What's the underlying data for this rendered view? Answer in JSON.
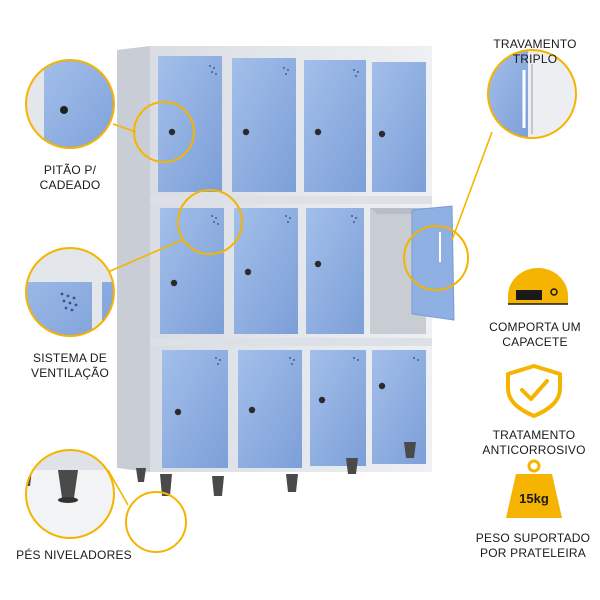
{
  "colors": {
    "accent": "#f4b400",
    "door": "#8eaee0",
    "frame": "#e6e9ee",
    "foot": "#4a4a4a"
  },
  "features": {
    "padlock": {
      "line1": "PITÃO P/",
      "line2": "CADEADO"
    },
    "ventilation": {
      "line1": "SISTEMA DE",
      "line2": "VENTILAÇÃO"
    },
    "feet": {
      "line1": "PÉS NIVELADORES"
    },
    "triple_lock": {
      "line1": "TRAVAMENTO",
      "line2": "TRIPLO"
    },
    "helmet": {
      "line1": "COMPORTA UM",
      "line2": "CAPACETE",
      "icon": "helmet-icon"
    },
    "anticorrosion": {
      "line1": "TRATAMENTO",
      "line2": "ANTICORROSIVO",
      "icon": "shield-check-icon"
    },
    "shelf_weight": {
      "line1": "PESO SUPORTADO",
      "line2": "POR PRATELEIRA",
      "icon": "weight-icon",
      "weight_label": "15kg"
    }
  },
  "locker": {
    "columns": 4,
    "rows": 3,
    "open_door": {
      "row": 2,
      "column": 4
    }
  }
}
